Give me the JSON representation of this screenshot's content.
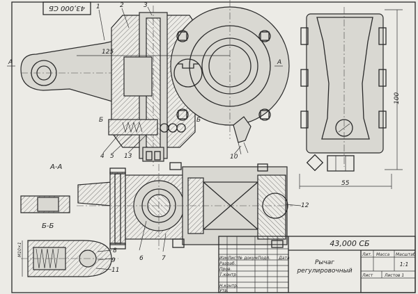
{
  "drawing": {
    "stamp_code": "43,000 СБ",
    "section_AA": "А-А",
    "section_BB": "Б-Б",
    "cut_A": "А",
    "cut_B": "Б",
    "dims": {
      "d125": "125",
      "d100": "100",
      "d55": "55",
      "dM10": "М10×1"
    },
    "callouts": [
      "1",
      "2",
      "3",
      "4",
      "5",
      "13",
      "6",
      "7",
      "8",
      "9",
      "10",
      "11",
      "12"
    ]
  },
  "title_block": {
    "code": "43,000 СБ",
    "name_line1": "Рычаг",
    "name_line2": "регулировочный",
    "col_lit": "Лит.",
    "col_mass": "Масса",
    "col_scale": "Масштаб",
    "scale": "1:1",
    "sheet": "Лист",
    "sheets": "Листов 1",
    "hdr_izm": "Изм",
    "hdr_list": "Лист",
    "hdr_doc": "№ докум.",
    "hdr_sign": "Подп.",
    "hdr_date": "Дата",
    "role_dev": "Разраб.",
    "role_check": "Пров.",
    "role_tech": "Т.контр.",
    "role_norm": "Н.контр.",
    "role_appr": "Утв."
  }
}
